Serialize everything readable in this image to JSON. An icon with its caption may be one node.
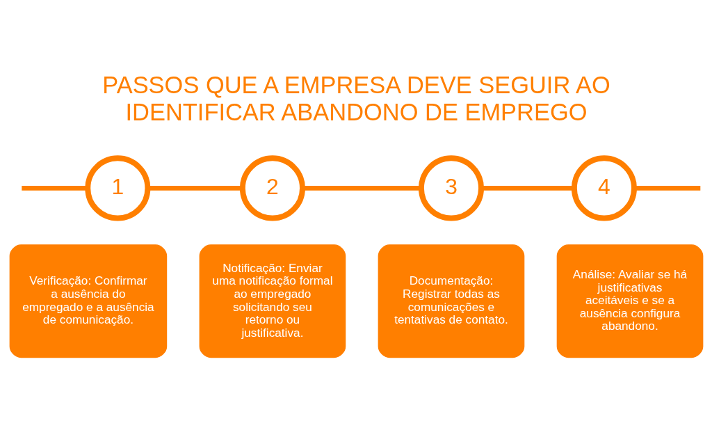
{
  "diagram": {
    "title": "PASSOS QUE A EMPRESA DEVE SEGUIR AO IDENTIFICAR ABANDONO DE EMPREGO",
    "nodes": [
      {
        "text": [
          "1"
        ]
      },
      {
        "text": [
          "2"
        ]
      },
      {
        "text": [
          "3"
        ]
      },
      {
        "text": [
          "4"
        ]
      },
      {
        "text": [
          "Verificação: Confirmar a ausência do empregado e a ausência de comunicação."
        ]
      },
      {
        "text": [
          "Notificação: Enviar uma notificação formal ao empregado solicitando seu retorno ou justificativa."
        ]
      },
      {
        "text": [
          "Documentação: Registrar todas as comunicações e tentativas de contato."
        ]
      },
      {
        "text": [
          "Análise: Avaliar se há justificativas aceitáveis e se a ausência configura abandono."
        ]
      }
    ],
    "edges": [
      {
        "from": null,
        "to": 0,
        "arrow": "none"
      },
      {
        "from": 0,
        "to": 1,
        "arrow": "none"
      },
      {
        "from": 1,
        "to": 2,
        "arrow": "none"
      },
      {
        "from": 2,
        "to": 3,
        "arrow": "none"
      },
      {
        "from": 3,
        "to": null,
        "arrow": "none"
      }
    ]
  }
}
